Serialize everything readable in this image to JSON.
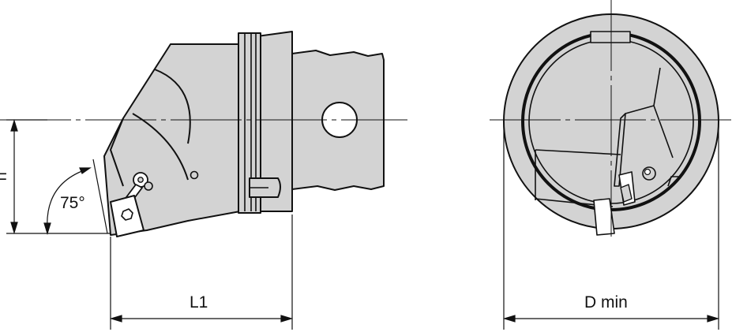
{
  "diagram": {
    "labels": {
      "f": "F",
      "angle": "75°",
      "l1": "L1",
      "dmin": "D min"
    },
    "colors": {
      "body_fill": "#d3d3d3",
      "stroke": "#111111",
      "background": "#ffffff"
    }
  }
}
